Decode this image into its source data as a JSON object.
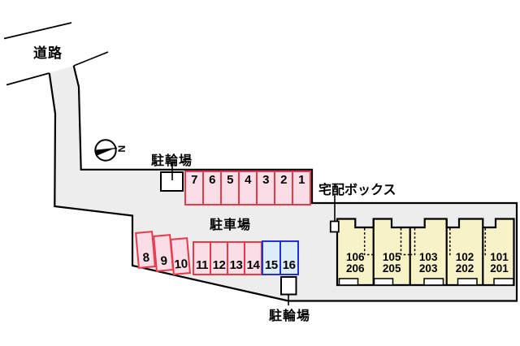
{
  "site": {
    "road_label": "道路",
    "parking_lot_label": "駐車場",
    "bicycle_parking_top_label": "駐輪場",
    "bicycle_parking_bottom_label": "駐輪場",
    "delivery_box_label": "宅配ボックス",
    "north_mark": "N"
  },
  "parking": {
    "row_top": [
      "7",
      "6",
      "5",
      "4",
      "3",
      "2",
      "1"
    ],
    "row_tilted": [
      "8",
      "9",
      "10"
    ],
    "row_mid": [
      "11",
      "12",
      "13",
      "14"
    ],
    "row_blue": [
      "15",
      "16"
    ]
  },
  "building": {
    "units": [
      {
        "line1": "106",
        "line2": "206"
      },
      {
        "line1": "105",
        "line2": "205"
      },
      {
        "line1": "103",
        "line2": "203"
      },
      {
        "line1": "102",
        "line2": "202"
      },
      {
        "line1": "101",
        "line2": "201"
      }
    ]
  },
  "colors": {
    "site_fill": "#ededed",
    "outline": "#000000",
    "stall_red_border": "#e8394b",
    "stall_pink_fill": "#fadde6",
    "stall_blue_border": "#2530d0",
    "stall_blue_fill": "#dcecf8",
    "building_fill": "#f8f3c6"
  }
}
